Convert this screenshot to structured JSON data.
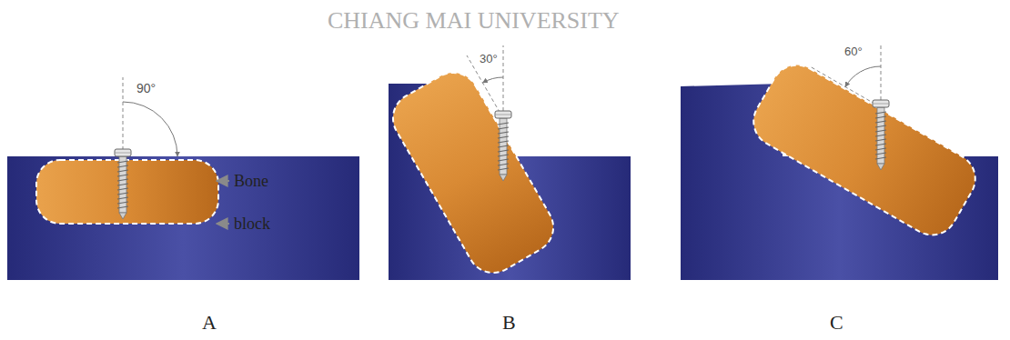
{
  "diagram": {
    "labels": [
      "90°",
      "Bone",
      "block",
      "A",
      "30°",
      "B",
      "60°",
      "C",
      "CHIANG MAI UNIVERSITY"
    ]
  }
}
